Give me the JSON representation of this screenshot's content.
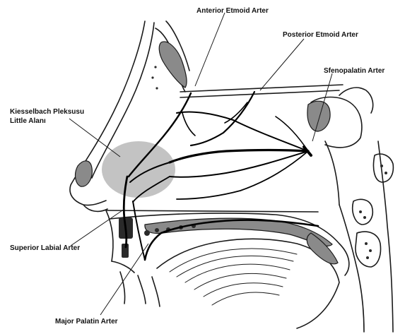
{
  "labels": {
    "anterior_ethmoid": "Anterior Etmoid Arter",
    "posterior_ethmoid": "Posterior Etmoid Arter",
    "sphenopalatine": "Sfenopalatin Arter",
    "kiesselbach_line1": "Kiesselbach Pleksusu",
    "kiesselbach_line2": "Little Alanı",
    "superior_labial": "Superior Labial Arter",
    "major_palatine": "Major Palatin Arter"
  },
  "colors": {
    "ink": "#000000",
    "plexus_area": "#b8b8b8",
    "bone_fill": "#8a8a8a",
    "background": "#ffffff"
  }
}
